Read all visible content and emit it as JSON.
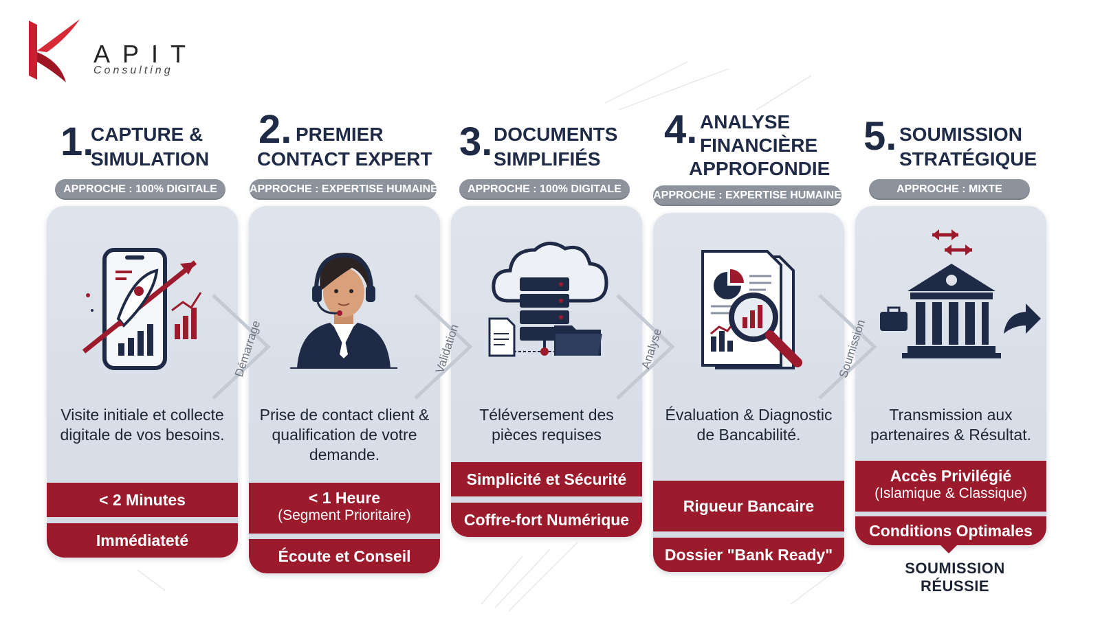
{
  "brand": {
    "word": "APIT",
    "sub": "Consulting",
    "colors": {
      "red": "#c8202f",
      "dark": "#1f2b46",
      "band": "#9b1a2c",
      "pill": "#8c939d"
    }
  },
  "steps": [
    {
      "num": "1.",
      "title_line1": "CAPTURE &",
      "title_line2": "SIMULATION",
      "approach": "APPROCHE : 100% DIGITALE",
      "icon": "phone-rocket-growth-icon",
      "desc": "Visite initiale et collecte digitale de vos besoins.",
      "band1_main": "< 2 Minutes",
      "band1_sub": "",
      "band2": "Immédiateté"
    },
    {
      "num": "2.",
      "title_line1": "PREMIER",
      "title_line2": "CONTACT EXPERT",
      "approach": "APPROCHE : EXPERTISE HUMAINE",
      "icon": "headset-consultant-icon",
      "desc": "Prise de contact client & qualification de votre demande.",
      "band1_main": "< 1 Heure",
      "band1_sub": "(Segment Prioritaire)",
      "band2": "Écoute et Conseil"
    },
    {
      "num": "3.",
      "title_line1": "DOCUMENTS",
      "title_line2": "SIMPLIFIÉS",
      "approach": "APPROCHE : 100% DIGITALE",
      "icon": "cloud-server-documents-icon",
      "desc": "Téléversement des pièces requises",
      "band1_main": "Simplicité et Sécurité",
      "band1_sub": "",
      "band2": "Coffre-fort Numérique"
    },
    {
      "num": "4.",
      "title_line1": "ANALYSE",
      "title_line2": "FINANCIÈRE",
      "title_line3": "APPROFONDIE",
      "approach": "APPROCHE : EXPERTISE HUMAINE",
      "icon": "report-magnifier-icon",
      "desc": "Évaluation & Diagnostic de Bancabilité.",
      "band1_main": "Rigueur Bancaire",
      "band1_sub": "",
      "band2": "Dossier \"Bank Ready\""
    },
    {
      "num": "5.",
      "title_line1": "SOUMISSION",
      "title_line2": "STRATÉGIQUE",
      "approach": "APPROCHE : MIXTE",
      "icon": "bank-transfer-icon",
      "desc": "Transmission aux partenaires & Résultat.",
      "band1_main": "Accès Privilégié",
      "band1_sub": "(Islamique & Classique)",
      "band2": "Conditions Optimales"
    }
  ],
  "transitions": [
    "Démarrage",
    "Validation",
    "Analyse",
    "Soumission"
  ],
  "footer": "SOUMISSION RÉUSSIE"
}
